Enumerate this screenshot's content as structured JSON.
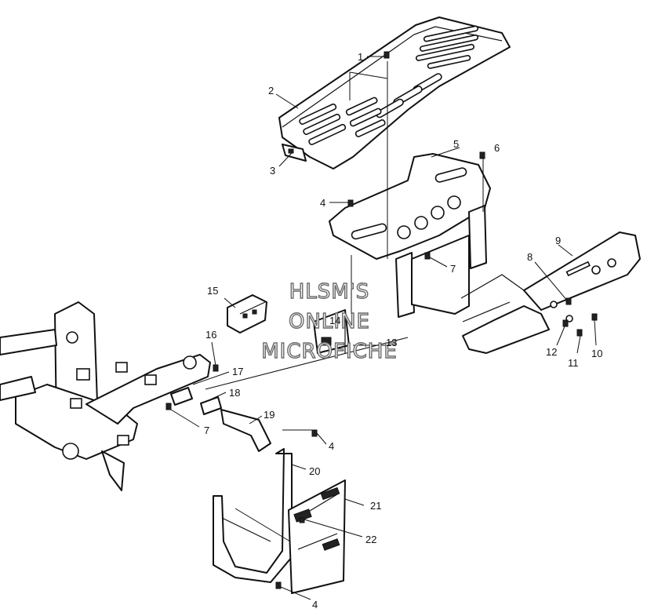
{
  "watermark": {
    "line1": "HLSM'S",
    "line2": "ONLINE",
    "line3": "MICROFICHE"
  },
  "callouts": [
    {
      "id": "c1",
      "label": "1"
    },
    {
      "id": "c2",
      "label": "2"
    },
    {
      "id": "c3",
      "label": "3"
    },
    {
      "id": "c4a",
      "label": "4"
    },
    {
      "id": "c5",
      "label": "5"
    },
    {
      "id": "c6",
      "label": "6"
    },
    {
      "id": "c7a",
      "label": "7"
    },
    {
      "id": "c8",
      "label": "8"
    },
    {
      "id": "c9",
      "label": "9"
    },
    {
      "id": "c10",
      "label": "10"
    },
    {
      "id": "c11",
      "label": "11"
    },
    {
      "id": "c12",
      "label": "12"
    },
    {
      "id": "c13",
      "label": "13"
    },
    {
      "id": "c14",
      "label": "14"
    },
    {
      "id": "c15",
      "label": "15"
    },
    {
      "id": "c16",
      "label": "16"
    },
    {
      "id": "c17",
      "label": "17"
    },
    {
      "id": "c18",
      "label": "18"
    },
    {
      "id": "c7b",
      "label": "7"
    },
    {
      "id": "c19",
      "label": "19"
    },
    {
      "id": "c4b",
      "label": "4"
    },
    {
      "id": "c20",
      "label": "20"
    },
    {
      "id": "c21",
      "label": "21"
    },
    {
      "id": "c22",
      "label": "22"
    },
    {
      "id": "c4c",
      "label": "4"
    }
  ]
}
